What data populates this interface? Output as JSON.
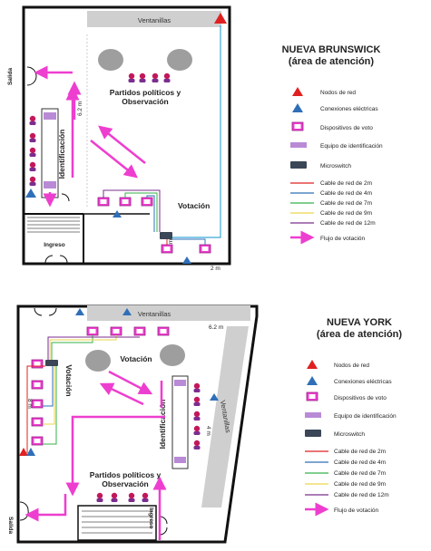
{
  "colors": {
    "red": "#e02020",
    "blue": "#2f6fb8",
    "green": "#34b24a",
    "yellow": "#e9d64a",
    "purple": "#7b2d8e",
    "magenta": "#ee3ecf",
    "flow": "#ee3ecf",
    "wall": "#111111",
    "grey": "#cfcfcf",
    "cyan": "#39a8d8"
  },
  "nb": {
    "title_1": "NUEVA BRUNSWICK",
    "title_2": "(área de atención)",
    "ventanillas": "Ventanillas",
    "salida": "Salida",
    "ingreso": "Ingreso",
    "partidos_1": "Partidos políticos y",
    "partidos_2": "Observación",
    "identificacion": "Identificación",
    "votacion": "Votación",
    "dim_62": "6.2 m",
    "dim_2": "2 m",
    "dim_15": "1.5 m"
  },
  "ny": {
    "title_1": "NUEVA YORK",
    "title_2": "(área de atención)",
    "ventanillas_top": "Ventanillas",
    "ventanillas_right": "Ventanillas",
    "salida": "Salida",
    "ingreso": "Ingreso",
    "partidos_1": "Partidos políticos y",
    "partidos_2": "Observación",
    "identificacion": "Identificación",
    "votacion_left": "Votación",
    "votacion_center": "Votación",
    "dim_62": "6.2 m",
    "dim_8": "8 m",
    "dim_4": "4 m"
  },
  "legend": {
    "items": [
      "Nodos de red",
      "Conexiones eléctricas",
      "Dispositivos de voto",
      "Equipo de identificación",
      "Microswitch",
      "Cable de red de 2m",
      "Cable de red de 4m",
      "Cable de red de 7m",
      "Cable de red de 9m",
      "Cable de red de 12m",
      "Flujo de votación"
    ]
  }
}
